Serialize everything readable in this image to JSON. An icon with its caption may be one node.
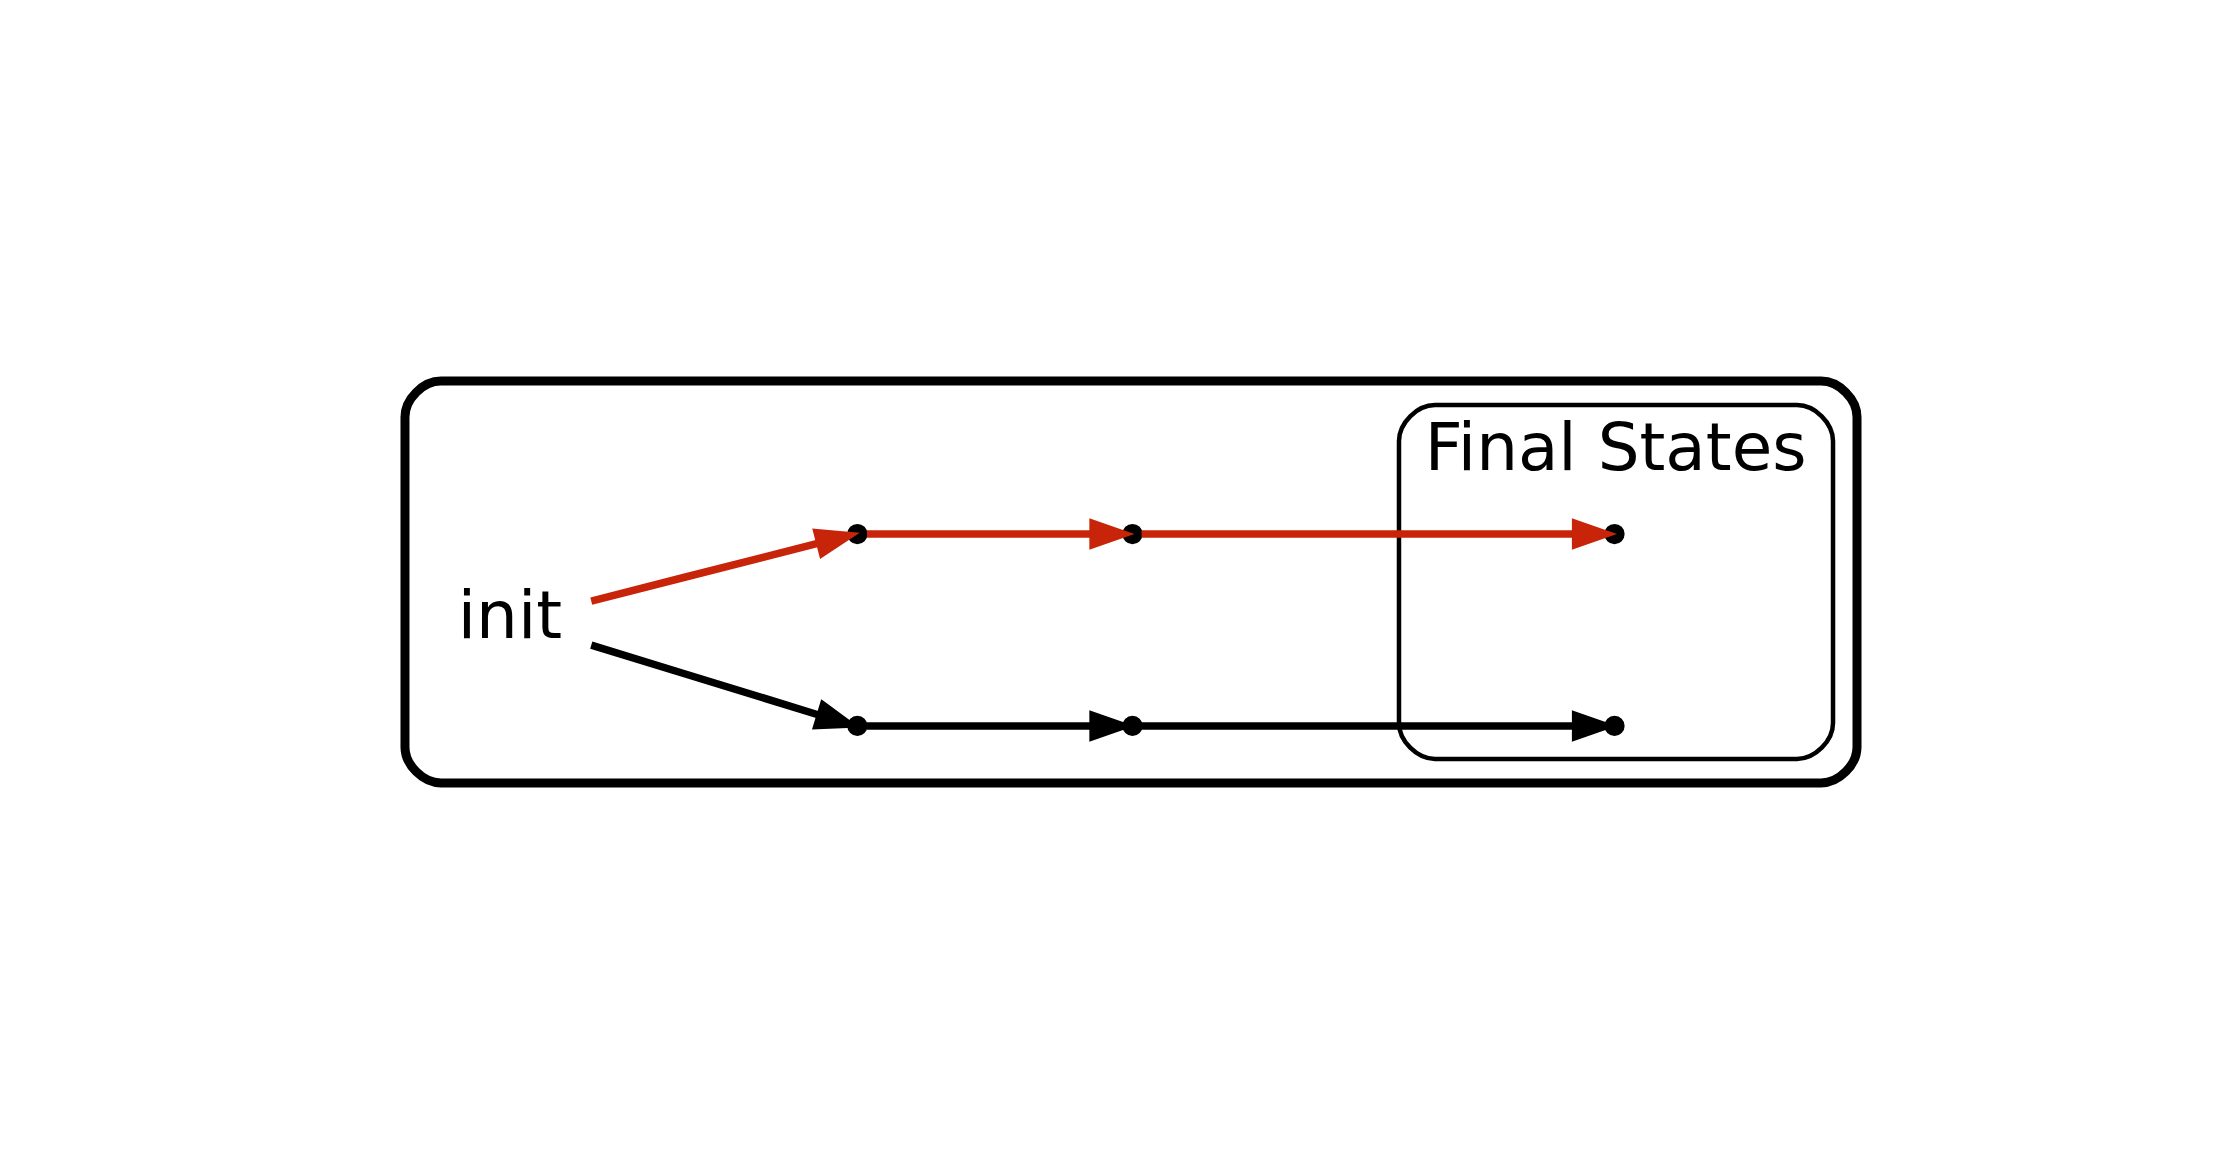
{
  "diagram": {
    "nodes": [
      {
        "text": [],
        "shape": "ellipse"
      },
      {
        "text": [
          "Final States"
        ],
        "in": 0
      },
      {
        "text": [
          "init"
        ],
        "in": 0
      },
      {
        "text": [],
        "shape": "point",
        "in": 0
      },
      {
        "text": [],
        "shape": "point",
        "in": 0
      },
      {
        "text": [],
        "shape": "point",
        "in": 1
      },
      {
        "text": [],
        "shape": "point",
        "in": 0
      },
      {
        "text": [],
        "shape": "point",
        "in": 0
      },
      {
        "text": [],
        "shape": "point",
        "in": 1
      }
    ],
    "edges": [
      {
        "from": 2,
        "to": 3,
        "arrow": "to",
        "color": "#c8240a"
      },
      {
        "from": 3,
        "to": 4,
        "arrow": "to",
        "color": "#c8240a"
      },
      {
        "from": 4,
        "to": 5,
        "arrow": "to",
        "color": "#c8240a"
      },
      {
        "from": 2,
        "to": 6,
        "arrow": "to",
        "color": "#000000"
      },
      {
        "from": 6,
        "to": 7,
        "arrow": "to",
        "color": "#000000"
      },
      {
        "from": 7,
        "to": 8,
        "arrow": "to",
        "color": "#000000"
      }
    ]
  }
}
